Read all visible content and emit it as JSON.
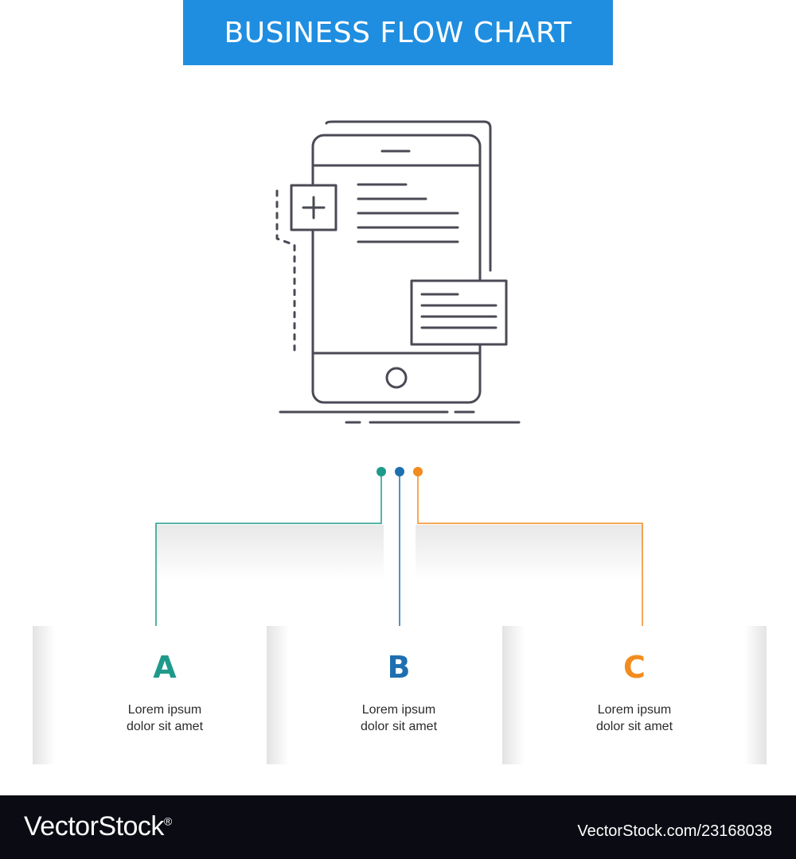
{
  "title": "BUSINESS FLOW CHART",
  "colors": {
    "banner": "#1f8ee0",
    "icon_stroke": "#4a4a55",
    "a": "#1f9a8a",
    "b": "#1e6fb0",
    "c": "#f28c1e"
  },
  "hero_icon": "mobile-frontend-document-icon",
  "steps": [
    {
      "letter": "A",
      "line1": "Lorem ipsum",
      "line2": "dolor sit amet",
      "color": "#1f9a8a"
    },
    {
      "letter": "B",
      "line1": "Lorem ipsum",
      "line2": "dolor sit amet",
      "color": "#1e6fb0"
    },
    {
      "letter": "C",
      "line1": "Lorem ipsum",
      "line2": "dolor sit amet",
      "color": "#f28c1e"
    }
  ],
  "footer": {
    "logo": "VectorStock",
    "registered": "®",
    "image_id": "VectorStock.com/23168038"
  }
}
